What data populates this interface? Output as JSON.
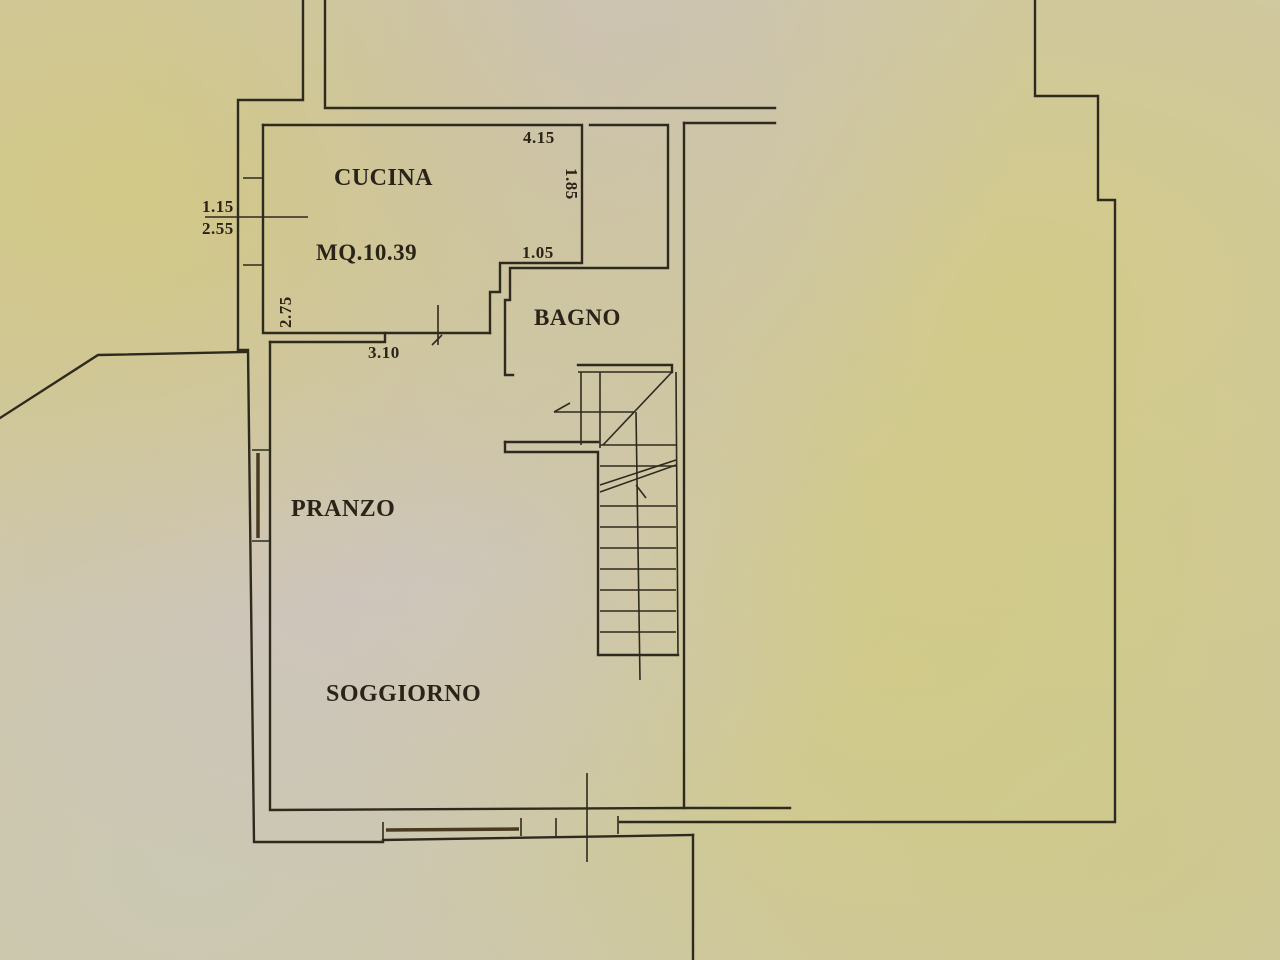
{
  "floor_plan": {
    "rooms": [
      {
        "id": "cucina",
        "label": "CUCINA",
        "area": "MQ.10.39"
      },
      {
        "id": "bagno",
        "label": "BAGNO"
      },
      {
        "id": "pranzo",
        "label": "PRANZO"
      },
      {
        "id": "soggiorno",
        "label": "SOGGIORNO"
      }
    ],
    "dimensions": {
      "cucina_top": "4.15",
      "cucina_right": "1.85",
      "cucina_notch": "1.05",
      "cucina_left": "2.75",
      "cucina_bottom": "3.10",
      "window_sill": "1.15",
      "window_height": "2.55"
    },
    "colors": {
      "line": "#2f2a1e",
      "paper": "#cfc7a4"
    }
  }
}
